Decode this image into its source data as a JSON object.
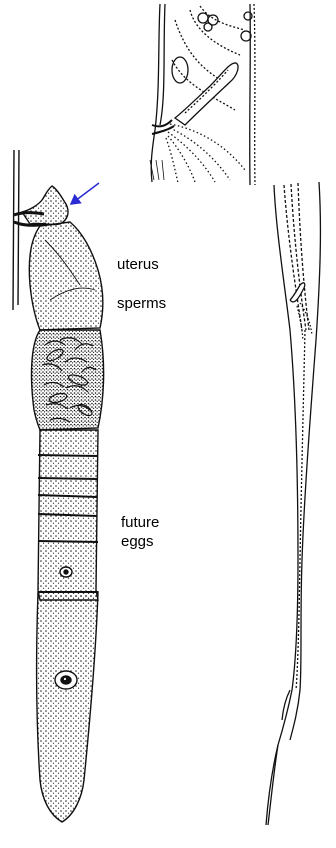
{
  "labels": {
    "uterus": "uterus",
    "sperms": "sperms",
    "future": "future",
    "eggs": "eggs"
  },
  "colors": {
    "ink": "#111111",
    "arrow": "#2b2bd6",
    "background": "#ffffff"
  },
  "figures": [
    {
      "name": "top-vulva-detail-drawing"
    },
    {
      "name": "female-gonad-drawing"
    },
    {
      "name": "worm-tail-drawing"
    }
  ]
}
